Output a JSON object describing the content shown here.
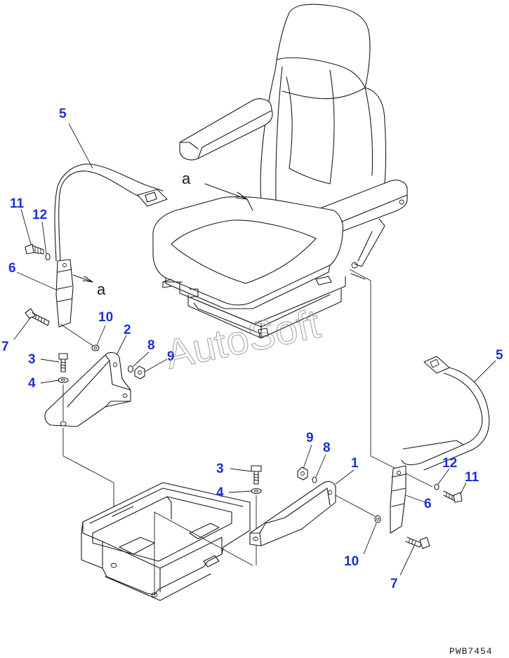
{
  "reference_letter": "a",
  "watermark": "AutoSoft",
  "drawing_code": "PWB7454",
  "callouts": {
    "1": "1",
    "2": "2",
    "3": "3",
    "4": "4",
    "5": "5",
    "6": "6",
    "7": "7",
    "8": "8",
    "9": "9",
    "10": "10",
    "11": "11",
    "12": "12"
  },
  "colors": {
    "callout": "#1d2fd6",
    "line": "#1a1a1a",
    "watermark": "#8a8a8a"
  }
}
